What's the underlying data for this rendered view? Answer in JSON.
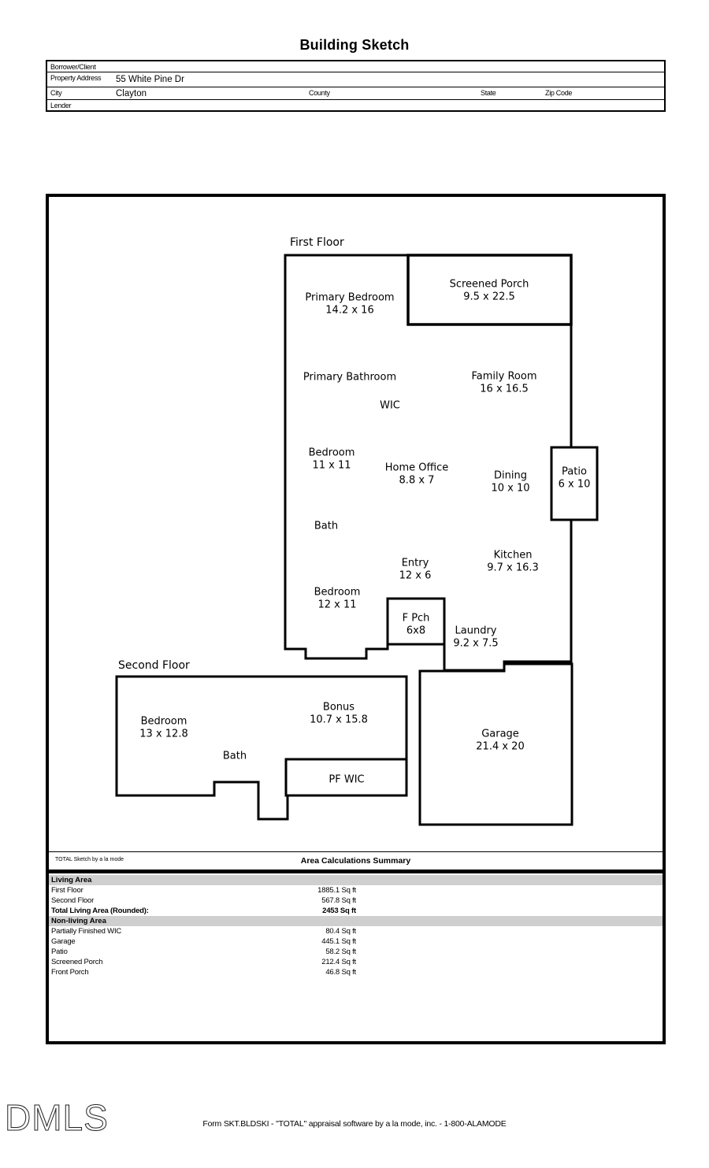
{
  "title": "Building Sketch",
  "form": {
    "borrower_label": "Borrower/Client",
    "property_label": "Property Address",
    "property_value": "55 White Pine Dr",
    "city_label": "City",
    "city_value": "Clayton",
    "county_label": "County",
    "state_label": "State",
    "zip_label": "Zip Code",
    "lender_label": "Lender"
  },
  "sketch": {
    "first_floor_title": "First Floor",
    "second_floor_title": "Second Floor",
    "rooms": [
      {
        "name": "Primary Bedroom",
        "dims": "14.2 x 16"
      },
      {
        "name": "Screened Porch",
        "dims": "9.5 x 22.5"
      },
      {
        "name": "Primary Bathroom",
        "dims": ""
      },
      {
        "name": "Family Room",
        "dims": "16 x 16.5"
      },
      {
        "name": "WIC",
        "dims": ""
      },
      {
        "name": "Bedroom",
        "dims": "11 x 11"
      },
      {
        "name": "Home Office",
        "dims": "8.8 x 7"
      },
      {
        "name": "Dining",
        "dims": "10 x 10"
      },
      {
        "name": "Patio",
        "dims": "6 x 10"
      },
      {
        "name": "Bath",
        "dims": ""
      },
      {
        "name": "Entry",
        "dims": "12 x 6"
      },
      {
        "name": "Kitchen",
        "dims": "9.7 x 16.3"
      },
      {
        "name": "Bedroom",
        "dims": "12 x 11"
      },
      {
        "name": "F Pch",
        "dims": "6x8"
      },
      {
        "name": "Laundry",
        "dims": "9.2 x 7.5"
      },
      {
        "name": "Bedroom",
        "dims": "13 x 12.8"
      },
      {
        "name": "Bonus",
        "dims": "10.7 x 15.8"
      },
      {
        "name": "Bath",
        "dims": ""
      },
      {
        "name": "PF WIC",
        "dims": ""
      },
      {
        "name": "Garage",
        "dims": "21.4 x 20"
      }
    ]
  },
  "area_summary": {
    "brand": "TOTAL Sketch by a la mode",
    "title": "Area Calculations Summary",
    "living_header": "Living Area",
    "living_rows": [
      {
        "label": "First Floor",
        "value": "1885.1 Sq ft"
      },
      {
        "label": "Second Floor",
        "value": "567.8 Sq ft"
      },
      {
        "label": "Total Living Area (Rounded):",
        "value": "2453 Sq ft"
      }
    ],
    "nonliving_header": "Non-living Area",
    "nonliving_rows": [
      {
        "label": "Partially Finished WIC",
        "value": "80.4 Sq ft"
      },
      {
        "label": "Garage",
        "value": "445.1 Sq ft"
      },
      {
        "label": "Patio",
        "value": "58.2 Sq ft"
      },
      {
        "label": "Screened Porch",
        "value": "212.4 Sq ft"
      },
      {
        "label": "Front Porch",
        "value": "46.8 Sq ft"
      }
    ]
  },
  "footer": {
    "logo": "DMLS",
    "form_line": "Form SKT.BLDSKI - \"TOTAL\" appraisal software by a la mode, inc. - 1-800-ALAMODE"
  }
}
